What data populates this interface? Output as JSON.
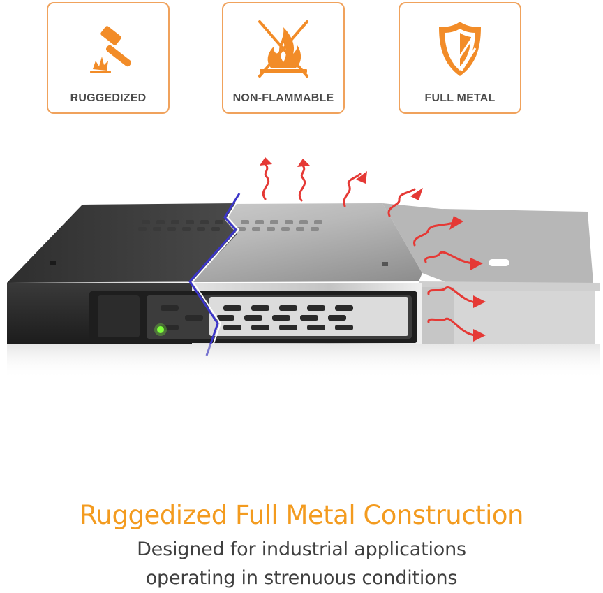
{
  "features": [
    {
      "label": "RUGGEDIZED",
      "icon": "hammer-icon"
    },
    {
      "label": "NON-FLAMMABLE",
      "icon": "no-fire-icon"
    },
    {
      "label": "FULL METAL",
      "icon": "shield-icon"
    }
  ],
  "product": {
    "image": "drive-enclosure-photo",
    "arrow_icon": "heat-arrow-icon",
    "led_color": "#7fff3a"
  },
  "headline": "Ruggedized Full Metal Construction",
  "subline": [
    "Designed for industrial applications",
    "operating in strenuous conditions"
  ],
  "colors": {
    "accent": "#f39b1f",
    "card_border": "#f0a25c",
    "icon": "#f28c28",
    "heat_arrow": "#e53935",
    "body_text": "#3f3f3f"
  }
}
